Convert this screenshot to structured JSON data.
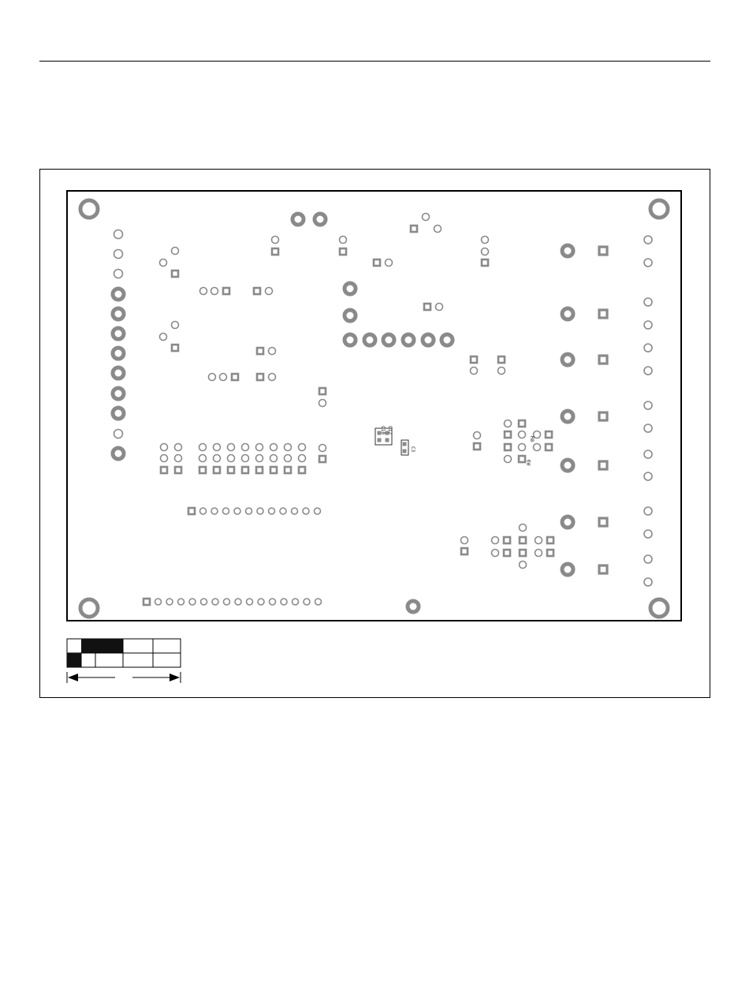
{
  "page": {
    "title": "PCB bottom layer assembly drawing"
  },
  "board": {
    "outline_color": "#000000",
    "pad_color": "#8a8a8a",
    "silk_color": "#000000"
  },
  "labels": {
    "c10": "C10",
    "c12": "C12",
    "c3": "C3",
    "r8": "R8",
    "r9": "R9"
  },
  "scale_bar": {
    "fill_color": "#111111"
  }
}
